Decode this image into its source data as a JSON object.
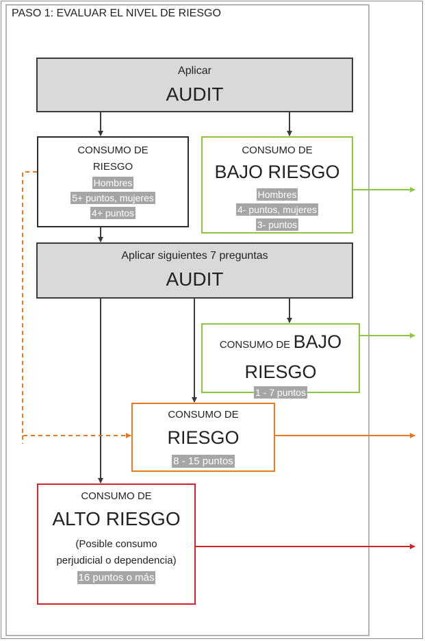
{
  "title": "PASO 1: EVALUAR EL NIVEL DE RIESGO",
  "audit1": {
    "line1": "Aplicar",
    "line2": "AUDIT"
  },
  "box_riesgo1": {
    "line1": "CONSUMO DE",
    "line2": "RIESGO",
    "hl1": "Hombres",
    "hl2": "5+ puntos, mujeres",
    "hl3": "4+ puntos"
  },
  "box_bajo1": {
    "line1": "CONSUMO DE",
    "line2": "BAJO RIESGO",
    "hl1": "Hombres",
    "hl2": "4- puntos, mujeres",
    "hl3": "3- puntos"
  },
  "audit2": {
    "line1": "Aplicar siguientes 7 preguntas",
    "line2": "AUDIT"
  },
  "box_bajo2": {
    "line1a": "CONSUMO DE",
    "line1b": "BAJO",
    "line2": "RIESGO",
    "hl": "1 - 7 puntos"
  },
  "box_riesgo2": {
    "line1": "CONSUMO DE",
    "line2": "RIESGO",
    "hl": "8 - 15 puntos"
  },
  "box_alto": {
    "line1": "CONSUMO DE",
    "line2": "ALTO RIESGO",
    "line3": "(Posible consumo",
    "line4": "perjudicial o dependencia)",
    "hl": "16 puntos o más"
  },
  "colors": {
    "green": "#8cc63f",
    "orange": "#e87722",
    "red": "#d2232a",
    "dark": "#3a3a3a",
    "grey_fill": "#d9d9d9",
    "highlight": "#a6a6a6"
  }
}
